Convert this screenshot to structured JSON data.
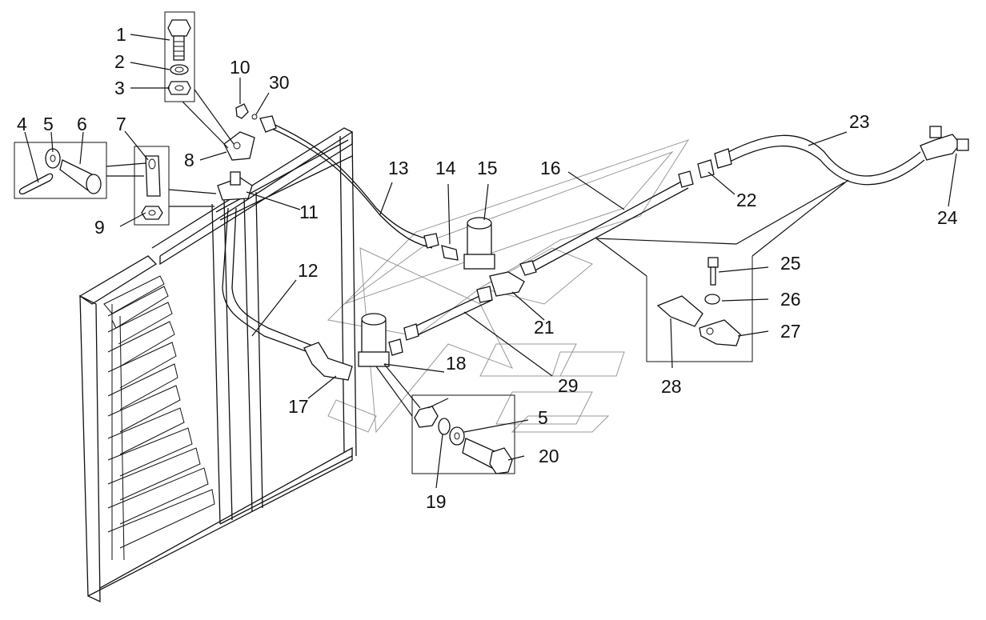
{
  "diagram": {
    "callouts": [
      {
        "id": "c1",
        "label": "1"
      },
      {
        "id": "c2",
        "label": "2"
      },
      {
        "id": "c3",
        "label": "3"
      },
      {
        "id": "c4",
        "label": "4"
      },
      {
        "id": "c5a",
        "label": "5"
      },
      {
        "id": "c6",
        "label": "6"
      },
      {
        "id": "c7",
        "label": "7"
      },
      {
        "id": "c8",
        "label": "8"
      },
      {
        "id": "c9",
        "label": "9"
      },
      {
        "id": "c10",
        "label": "10"
      },
      {
        "id": "c30",
        "label": "30"
      },
      {
        "id": "c11",
        "label": "11"
      },
      {
        "id": "c12",
        "label": "12"
      },
      {
        "id": "c13",
        "label": "13"
      },
      {
        "id": "c14",
        "label": "14"
      },
      {
        "id": "c15",
        "label": "15"
      },
      {
        "id": "c16",
        "label": "16"
      },
      {
        "id": "c17",
        "label": "17"
      },
      {
        "id": "c18",
        "label": "18"
      },
      {
        "id": "c5b",
        "label": "5"
      },
      {
        "id": "c19",
        "label": "19"
      },
      {
        "id": "c20",
        "label": "20"
      },
      {
        "id": "c21",
        "label": "21"
      },
      {
        "id": "c22",
        "label": "22"
      },
      {
        "id": "c23",
        "label": "23"
      },
      {
        "id": "c24",
        "label": "24"
      },
      {
        "id": "c25",
        "label": "25"
      },
      {
        "id": "c26",
        "label": "26"
      },
      {
        "id": "c27",
        "label": "27"
      },
      {
        "id": "c28",
        "label": "28"
      },
      {
        "id": "c29",
        "label": "29"
      }
    ]
  }
}
